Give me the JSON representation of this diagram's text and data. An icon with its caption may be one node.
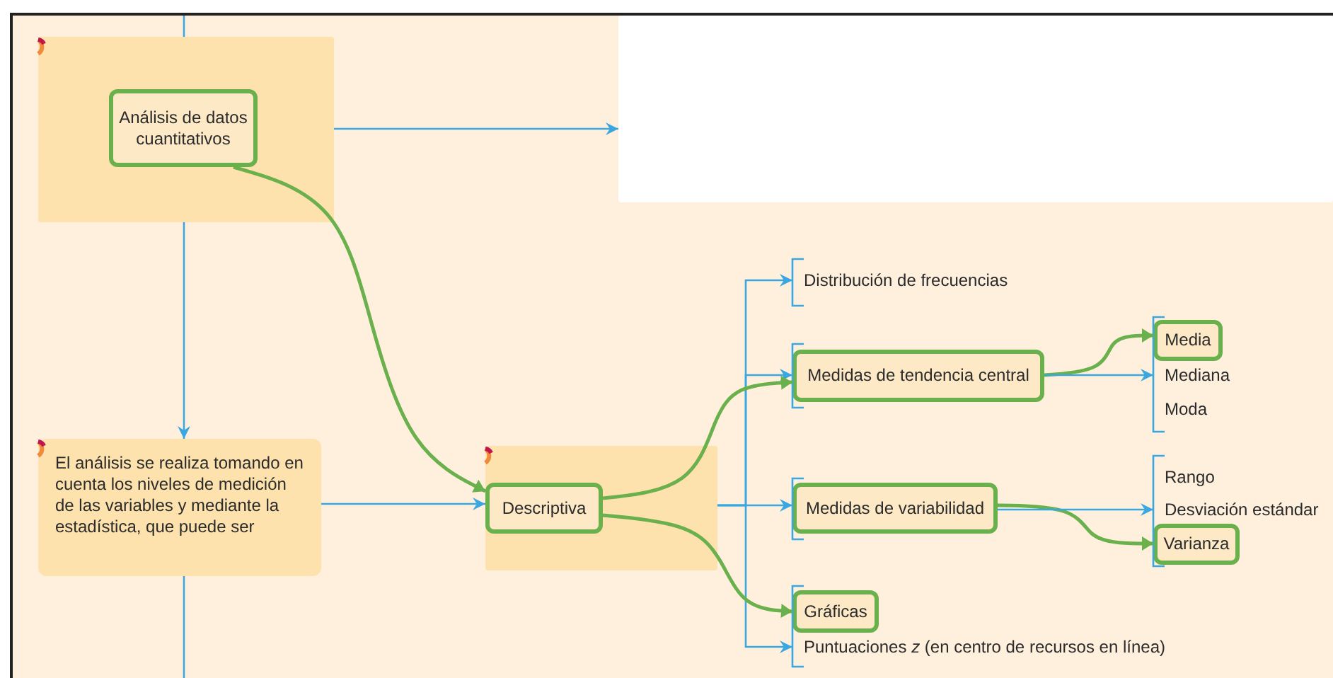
{
  "diagram": {
    "nodes": [
      {
        "text": [],
        "shape": "box"
      },
      {
        "text": [
          "Análisis de datos cuantitativos"
        ],
        "in": 0
      },
      {
        "text": [
          "El análisis se realiza tomando en cuenta los niveles de medición de las variables y mediante la estadística, que puede ser"
        ]
      },
      {
        "text": [],
        "shape": "box"
      },
      {
        "text": [
          "Descriptiva"
        ],
        "in": 3
      },
      {
        "text": [
          "Distribución de frecuencias"
        ]
      },
      {
        "text": [
          "Medidas de tendencia central"
        ]
      },
      {
        "text": [
          "Medidas de variabilidad"
        ]
      },
      {
        "text": [
          "Gráficas"
        ]
      },
      {
        "text": [
          "Puntuaciones *z* (en centro de recursos en línea)"
        ]
      },
      {
        "text": [
          "Media"
        ]
      },
      {
        "text": [
          "Mediana"
        ]
      },
      {
        "text": [
          "Moda"
        ]
      },
      {
        "text": [
          "Rango"
        ]
      },
      {
        "text": [
          "Desviación estándar"
        ]
      },
      {
        "text": [
          "Varianza"
        ]
      },
      {
        "text": [],
        "shape": "box"
      }
    ],
    "edges": [
      {
        "from": null,
        "to": 0,
        "arrow": "none"
      },
      {
        "from": 0,
        "to": 2,
        "arrow": "to"
      },
      {
        "from": 2,
        "to": null,
        "arrow": "none"
      },
      {
        "from": 0,
        "to": 16,
        "arrow": "to"
      },
      {
        "from": 1,
        "to": 4,
        "arrow": "to",
        "color": "#6ab04c"
      },
      {
        "from": 2,
        "to": 4,
        "arrow": "to"
      },
      {
        "from": 3,
        "to": 5,
        "arrow": "to"
      },
      {
        "from": 3,
        "to": 6,
        "arrow": "to"
      },
      {
        "from": 3,
        "to": 7,
        "arrow": "to"
      },
      {
        "from": 3,
        "to": 9,
        "arrow": "to"
      },
      {
        "from": 4,
        "to": 6,
        "arrow": "to",
        "color": "#6ab04c"
      },
      {
        "from": 4,
        "to": 8,
        "arrow": "to",
        "color": "#6ab04c"
      },
      {
        "from": 6,
        "to": 10,
        "arrow": "to",
        "color": "#6ab04c"
      },
      {
        "from": 6,
        "to": 11,
        "arrow": "to"
      },
      {
        "from": 7,
        "to": 15,
        "arrow": "to",
        "color": "#6ab04c"
      },
      {
        "from": 7,
        "to": 14,
        "arrow": "to"
      }
    ]
  }
}
